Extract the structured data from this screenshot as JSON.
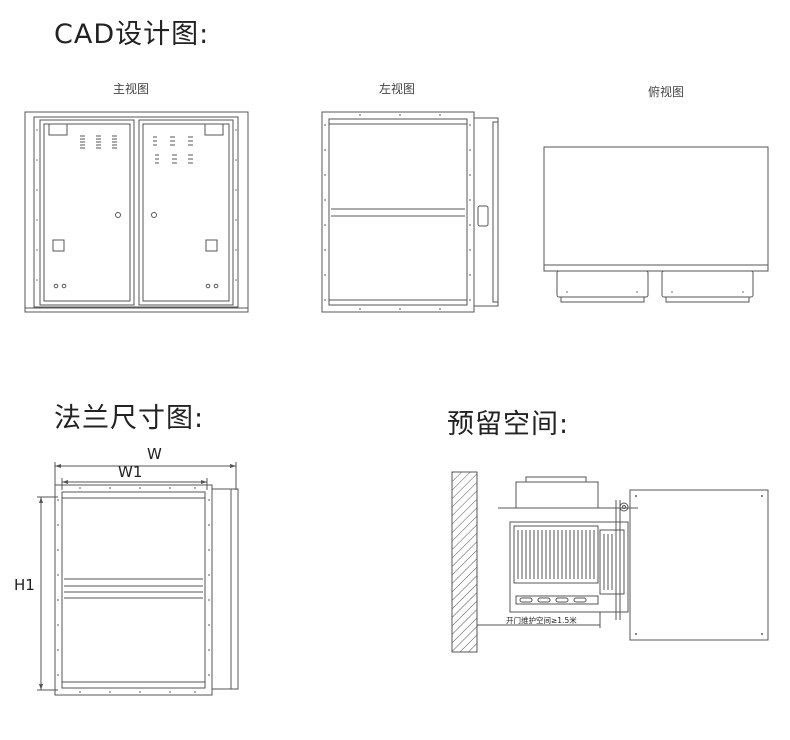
{
  "headings": {
    "cad": "CAD设计图:",
    "flange": "法兰尺寸图:",
    "space": "预留空间:"
  },
  "views": {
    "front": "主视图",
    "left": "左视图",
    "top": "俯视图"
  },
  "dimensions": {
    "w": "W",
    "w1": "W1",
    "h1": "H1"
  },
  "clearance_note": "开门维护空间≥1.5米",
  "colors": {
    "line": "#555555",
    "text": "#222222",
    "fill_light": "#f4f4f4"
  }
}
